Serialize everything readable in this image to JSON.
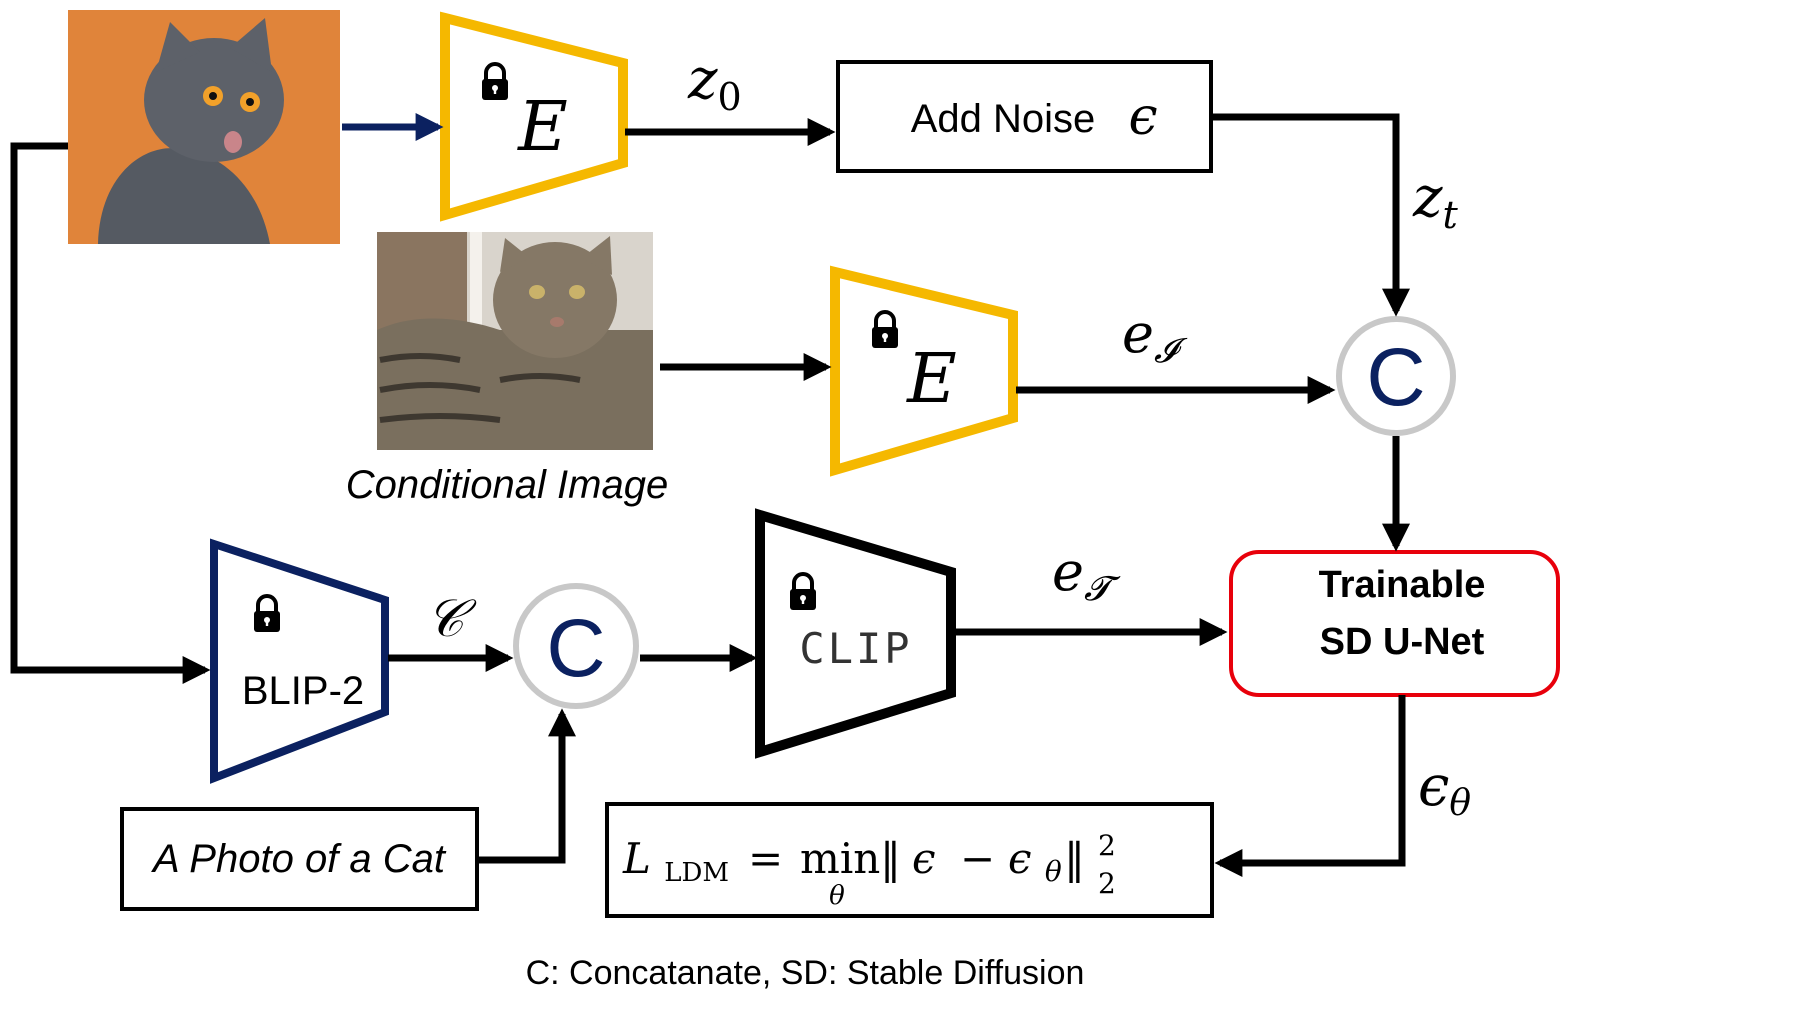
{
  "diagram": {
    "source_image_alt": "gray cat on orange background",
    "conditional_image_alt": "tabby cat",
    "conditional_image_label": "Conditional Image",
    "encoder_symbol": "E",
    "z0": "z",
    "z0_sub": "0",
    "zt": "z",
    "zt_sub": "t",
    "add_noise_label": "Add Noise",
    "epsilon": "ϵ",
    "e_I": "e",
    "e_I_sub": "𝓘",
    "e_T": "e",
    "e_T_sub": "𝓣",
    "concat_symbol": "C",
    "blip_label": "BLIP-2",
    "caption_symbol": "𝒞",
    "clip_label": "CLIP",
    "prompt_label": "A Photo of a Cat",
    "unet_line1": "Trainable",
    "unet_line2": "SD U-Net",
    "eps_theta": "ϵ",
    "eps_theta_sub": "θ",
    "loss": {
      "L": "L",
      "L_sub": "LDM",
      "eq": "=",
      "min": "min",
      "min_sub": "θ",
      "open_norm": "‖",
      "eps": "ϵ",
      "minus": "−",
      "eps2": "ϵ",
      "eps2_sub": "θ",
      "close_norm": "‖",
      "sup": "2",
      "sub": "2"
    },
    "footnote": "C: Concatanate, SD: Stable Diffusion"
  },
  "colors": {
    "encoder_frozen": "#F5B800",
    "blip_frame": "#0B2160",
    "clip_frame": "#000000",
    "unet_frame": "#E8000B",
    "concat_circle": "#C8C8C8",
    "concat_letter": "#0B2160",
    "arrow_blue": "#0B2160",
    "arrow_black": "#000000",
    "source_bg": "#E0843A",
    "cat_gray": "#5A5E66",
    "tabby": "#7A6F5E"
  }
}
